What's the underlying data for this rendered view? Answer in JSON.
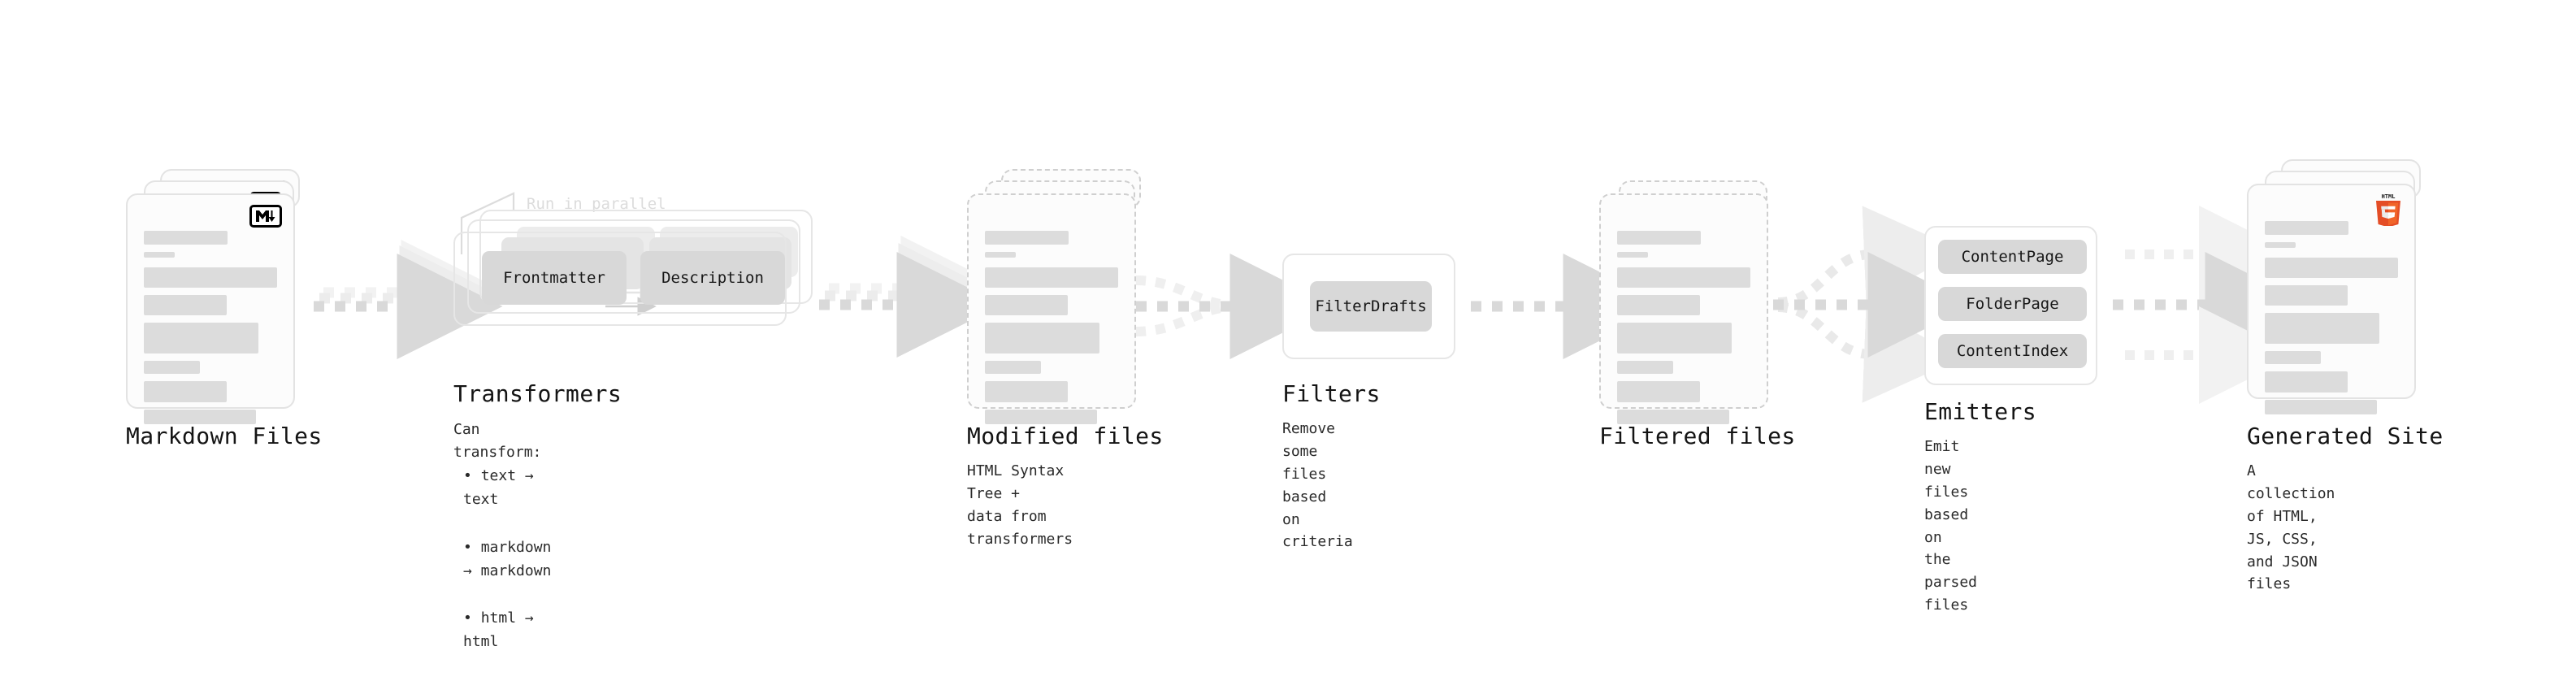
{
  "diagram": {
    "title": "Quartz content processing pipeline",
    "background": "#ffffff",
    "accent_colors": {
      "bar_fill": "#dcdcdc",
      "pill_fill": "#d8d8d8",
      "card_border": "#e3e3e3",
      "dashed_border": "#cfcfcf",
      "arrow": "#d9d9d9",
      "arrow_light": "#ececec",
      "text": "#141414",
      "muted_text": "#dcdcdc",
      "html5_orange": "#e44d26",
      "html5_orange_dark": "#f16529",
      "js_yellow": "#f7df1e",
      "css_blue": "#1572b6"
    }
  },
  "stages": [
    {
      "id": "markdown-files",
      "title": "Markdown Files",
      "subtitle": "",
      "kind": "file-stack",
      "stack_count": 3,
      "stack_style": "solid",
      "badge": "markdown-icon"
    },
    {
      "id": "transformers",
      "title": "Transformers",
      "subtitle": "Can transform:",
      "kind": "group",
      "annotation": "Run in parallel",
      "items": [
        "Frontmatter",
        "Description"
      ],
      "bullets": [
        "text → text",
        "markdown → markdown",
        "html → html"
      ]
    },
    {
      "id": "modified-files",
      "title": "Modified files",
      "subtitle": "HTML Syntax Tree +\ndata from transformers",
      "kind": "file-stack",
      "stack_count": 3,
      "stack_style": "dashed",
      "badge": ""
    },
    {
      "id": "filters",
      "title": "Filters",
      "subtitle": "Remove some files based\non criteria",
      "kind": "group",
      "items": [
        "FilterDrafts"
      ]
    },
    {
      "id": "filtered-files",
      "title": "Filtered files",
      "subtitle": "",
      "kind": "file-stack",
      "stack_count": 2,
      "stack_style": "dashed",
      "badge": ""
    },
    {
      "id": "emitters",
      "title": "Emitters",
      "subtitle": "Emit new files based on\nthe parsed files",
      "kind": "group",
      "items": [
        "ContentPage",
        "FolderPage",
        "ContentIndex"
      ]
    },
    {
      "id": "generated-site",
      "title": "Generated Site",
      "subtitle": "A collection of HTML,\nJS, CSS, and JSON files",
      "kind": "file-stack",
      "stack_count": 3,
      "stack_style": "solid",
      "badges": [
        "css-icon",
        "javascript-icon",
        "html5-icon"
      ]
    }
  ],
  "connectors": [
    {
      "id": "md-to-transformers",
      "style": "stacked-dashed-arrows",
      "count": 3
    },
    {
      "id": "transformers-to-modified",
      "style": "stacked-dashed-arrows",
      "count": 3
    },
    {
      "id": "modified-to-filters",
      "style": "converge-dashed-arrow",
      "count": 3
    },
    {
      "id": "filters-to-filtered",
      "style": "single-dashed-arrow",
      "count": 1
    },
    {
      "id": "filtered-to-emitters",
      "style": "diverge-dashed-arrows",
      "count": 3
    },
    {
      "id": "emitters-to-generated-site",
      "style": "parallel-dashed-arrows",
      "count": 3
    }
  ]
}
